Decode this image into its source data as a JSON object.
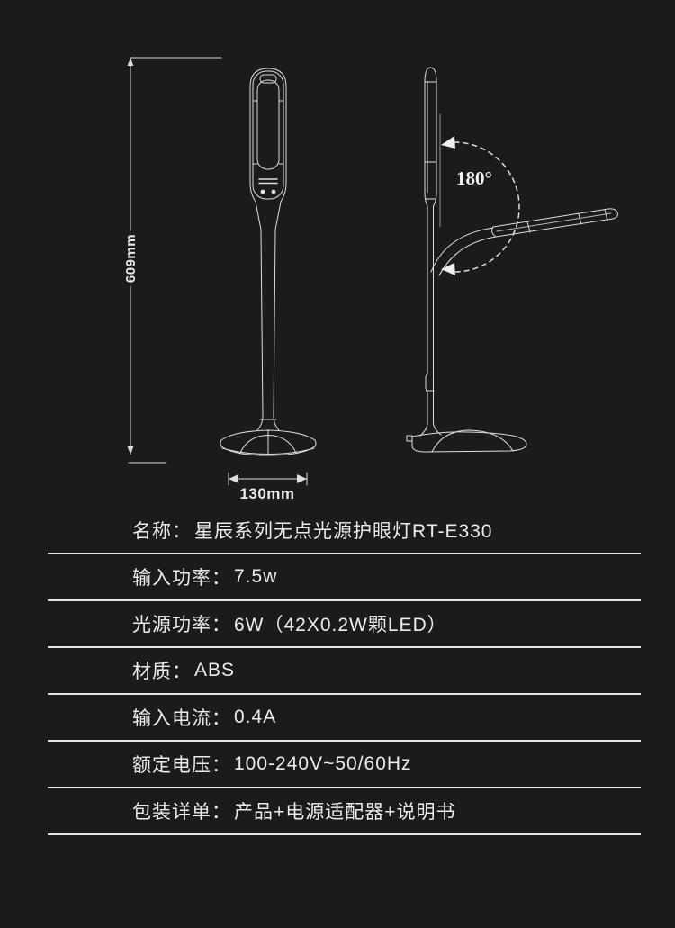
{
  "diagram": {
    "height_label": "609mm",
    "width_label": "130mm",
    "rotation_label": "180°"
  },
  "specs": {
    "separator": "：",
    "rows": [
      {
        "label": "名称",
        "value": "星辰系列无点光源护眼灯RT-E330"
      },
      {
        "label": "输入功率",
        "value": "7.5w"
      },
      {
        "label": "光源功率",
        "value": "6W（42X0.2W颗LED）"
      },
      {
        "label": "材质",
        "value": "ABS"
      },
      {
        "label": "输入电流",
        "value": "0.4A"
      },
      {
        "label": "额定电压",
        "value": "100-240V~50/60Hz"
      },
      {
        "label": "包装详单",
        "value": "产品+电源适配器+说明书"
      }
    ]
  },
  "colors": {
    "background": "#1c1b19",
    "line": "#dedede",
    "divider": "#e5e5e5",
    "text": "#ececec"
  }
}
